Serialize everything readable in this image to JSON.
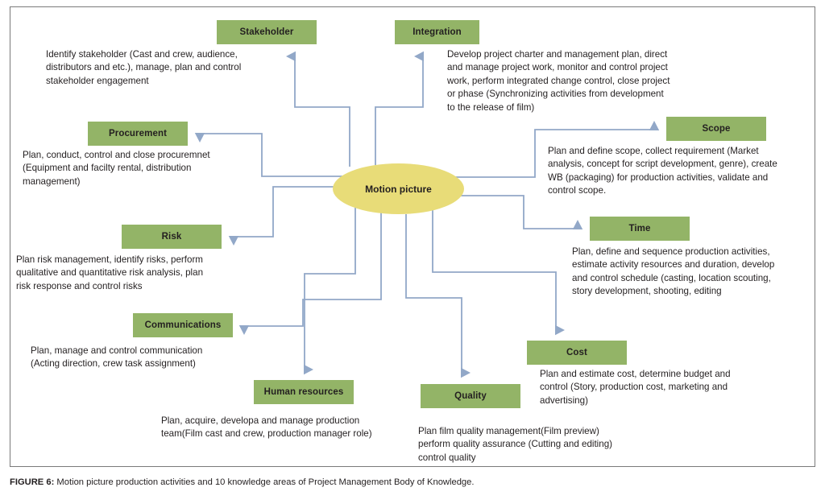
{
  "figure": {
    "caption_label": "FIGURE 6:",
    "caption_text": " Motion picture production activities and 10 knowledge areas of Project Management Body of Knowledge.",
    "colors": {
      "node_fill": "#93b467",
      "center_fill": "#e8dc78",
      "connector": "#92a8c8",
      "frame": "#7a7a7a",
      "text": "#231f20"
    }
  },
  "center": {
    "label": "Motion picture"
  },
  "nodes": [
    {
      "key": "stakeholder",
      "label": "Stakeholder",
      "description": "Identify stakeholder (Cast and crew, audience,\ndistributors and etc.), manage, plan and control\nstakeholder engagement"
    },
    {
      "key": "integration",
      "label": "Integration",
      "description": "Develop project charter and management plan, direct\nand manage project work, monitor and control project\nwork, perform integrated change control, close project\nor phase (Synchronizing activities from development\nto the release of film)"
    },
    {
      "key": "procurement",
      "label": "Procurement",
      "description": "Plan, conduct, control and close procuremnet\n(Equipment and facilty rental, distribution\nmanagement)"
    },
    {
      "key": "scope",
      "label": "Scope",
      "description": "Plan and define scope, collect requirement (Market\nanalysis, concept for script development, genre), create\nWB (packaging) for production activities, validate and\ncontrol scope."
    },
    {
      "key": "risk",
      "label": "Risk",
      "description": "Plan risk management, identify risks, perform\nqualitative and quantitative risk analysis, plan\nrisk response and control risks"
    },
    {
      "key": "time",
      "label": "Time",
      "description": "Plan, define and sequence production activities,\nestimate activity resources and duration, develop\nand control schedule (casting, location scouting,\nstory  development, shooting, editing"
    },
    {
      "key": "communications",
      "label": "Communications",
      "description": "Plan, manage and control communication\n(Acting direction, crew task assignment)"
    },
    {
      "key": "cost",
      "label": "Cost",
      "description": "Plan and estimate cost, determine budget and\ncontrol (Story, production cost, marketing and\nadvertising)"
    },
    {
      "key": "human_resources",
      "label": "Human resources",
      "description": "Plan, acquire, developa and manage production\nteam(Film cast and crew, production manager role)"
    },
    {
      "key": "quality",
      "label": "Quality",
      "description": "Plan film quality management(Film preview)\nperform quality assurance (Cutting and editing)\ncontrol quality"
    }
  ]
}
